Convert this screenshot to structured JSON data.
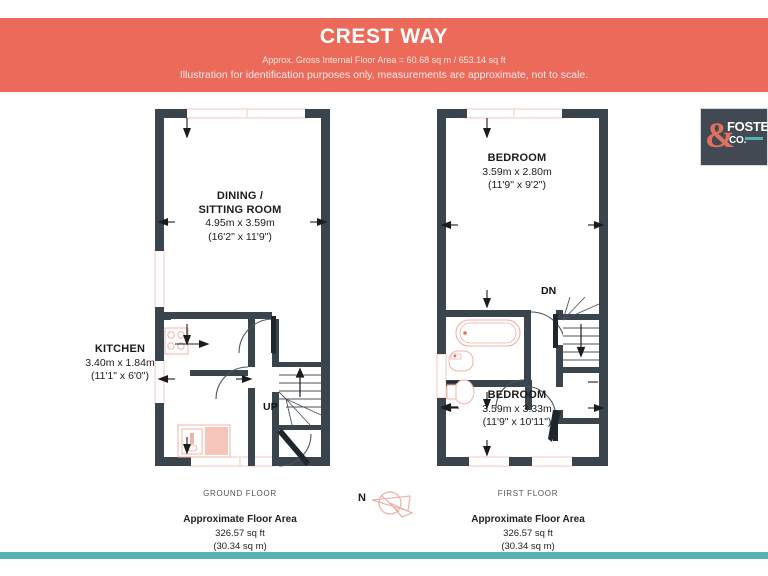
{
  "header": {
    "title": "CREST WAY",
    "area_line": "Approx. Gross Internal Floor Area = 60.68 sq m / 653.14 sq ft",
    "disclaimer": "Illustration for identification purposes only, measurements are approximate, not to scale."
  },
  "logo": {
    "ampersand": "&",
    "name": "FOSTER",
    "co": "CO.",
    "box_color": "#414a52",
    "amp_color": "#e2705f",
    "rule_color": "#55b3b1"
  },
  "colors": {
    "banner": "#ec6a5a",
    "footer_bar": "#55b3b1",
    "wall": "#3a444c",
    "fixture_outline": "#f0b3a8",
    "fixture_fill": "#f6c5ba",
    "window": "#f4d9d3",
    "text": "#1c1c1c"
  },
  "ground_floor": {
    "caption_floor": "GROUND FLOOR",
    "caption_heading": "Approximate Floor Area",
    "caption_sqft": "326.57 sq ft",
    "caption_sqm": "(30.34 sq m)",
    "rooms": [
      {
        "name": "DINING /",
        "name2": "SITTING ROOM",
        "metric": "4.95m x 3.59m",
        "imperial": "(16'2\" x 11'9\")"
      },
      {
        "name": "KITCHEN",
        "metric": "3.40m x 1.84m",
        "imperial": "(11'1\" x 6'0\")"
      }
    ],
    "stair_label": "UP",
    "fixtures": [
      "hob",
      "sink"
    ]
  },
  "first_floor": {
    "caption_floor": "FIRST FLOOR",
    "caption_heading": "Approximate Floor Area",
    "caption_sqft": "326.57 sq ft",
    "caption_sqm": "(30.34 sq m)",
    "rooms": [
      {
        "name": "BEDROOM",
        "metric": "3.59m x 2.80m",
        "imperial": "(11'9\" x 9'2\")"
      },
      {
        "name": "BEDROOM",
        "metric": "3.59m x 3.33m",
        "imperial": "(11'9\" x 10'11\")"
      }
    ],
    "stair_label": "DN",
    "fixtures": [
      "bath",
      "basin",
      "wc"
    ]
  },
  "compass": {
    "north_label": "N"
  }
}
